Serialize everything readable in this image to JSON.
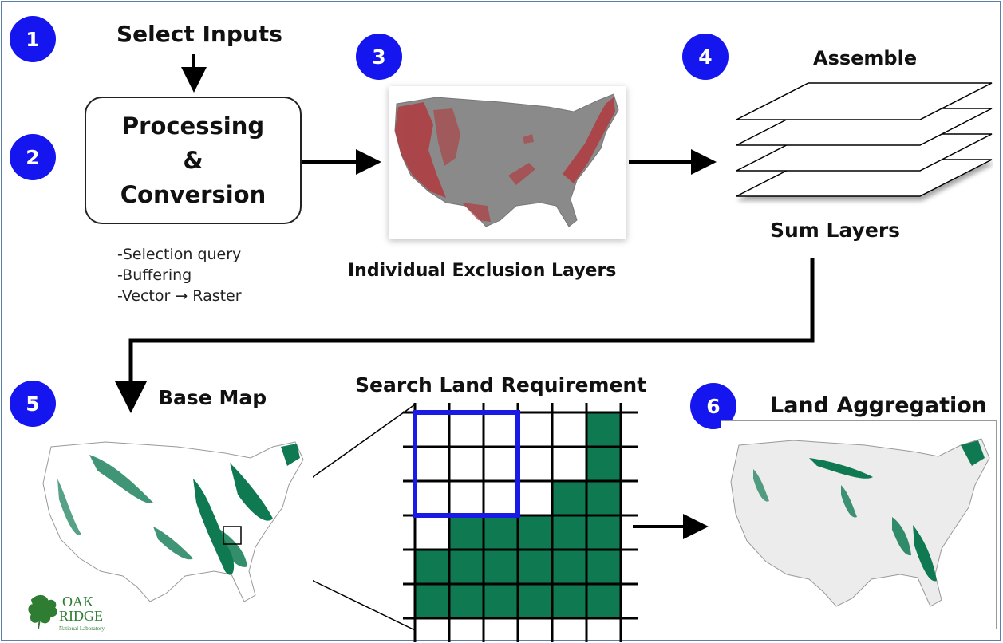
{
  "steps": [
    {
      "number": "1",
      "title": "Select Inputs"
    },
    {
      "number": "2",
      "title": "Processing"
    },
    {
      "number": "3",
      "title": "Individual Exclusion Layers"
    },
    {
      "number": "4",
      "title": "Assemble"
    },
    {
      "number": "5",
      "title": "Base Map"
    },
    {
      "number": "6",
      "title": "Land Aggregation"
    }
  ],
  "processing_box": {
    "line1": "Processing",
    "line2": "&",
    "line3": "Conversion"
  },
  "processing_notes": [
    "-Selection query",
    "-Buffering",
    "-Vector → Raster"
  ],
  "sum_layers_label": "Sum Layers",
  "search_label": "Search Land Requirement",
  "logo": {
    "line1": "OAK",
    "line2": "RIDGE",
    "line3": "National Laboratory"
  },
  "colors": {
    "badge": "#1515f0",
    "exclusion": "#b03a3f",
    "land_green": "#0f7a52",
    "search_window": "#1a1ae6",
    "map_gray": "#8a8a8a",
    "logo_green": "#2e7d32"
  },
  "grid": {
    "rows": 6,
    "cols": 6,
    "filled": [
      [
        0,
        0,
        0,
        0,
        0,
        1
      ],
      [
        0,
        0,
        0,
        0,
        0,
        1
      ],
      [
        0,
        0,
        0,
        0,
        1,
        1
      ],
      [
        0,
        1,
        1,
        1,
        1,
        1
      ],
      [
        1,
        1,
        1,
        1,
        1,
        1
      ],
      [
        1,
        1,
        1,
        1,
        1,
        1
      ]
    ]
  }
}
